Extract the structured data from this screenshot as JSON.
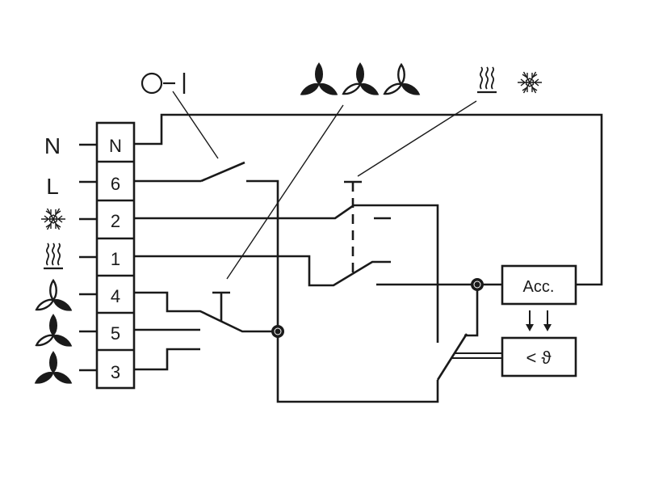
{
  "power_switch_label": "O–I",
  "fan_speeds": [
    "high",
    "medium",
    "low"
  ],
  "mode_icons": [
    "heating",
    "cooling"
  ],
  "wire_labels": [
    {
      "key": "neutral",
      "text": "N"
    },
    {
      "key": "line",
      "text": "L"
    },
    {
      "key": "cooling",
      "icon": "snowflake-icon"
    },
    {
      "key": "heating",
      "icon": "heat-icon"
    },
    {
      "key": "fan-low",
      "icon": "fan-low-icon"
    },
    {
      "key": "fan-medium",
      "icon": "fan-medium-icon"
    },
    {
      "key": "fan-high",
      "icon": "fan-high-icon"
    }
  ],
  "terminals": [
    "N",
    "6",
    "2",
    "1",
    "4",
    "5",
    "3"
  ],
  "acc_box_label": "Acc.",
  "sensor_box_label": "< ϑ",
  "colors": {
    "ink": "#1a1a1a",
    "background": "#ffffff"
  }
}
